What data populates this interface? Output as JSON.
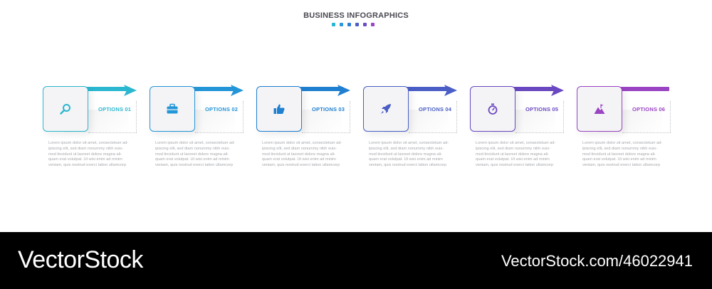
{
  "header": {
    "title": "BUSINESS INFOGRAPHICS",
    "dots": [
      "#28b4d6",
      "#2b98dc",
      "#2f7dd6",
      "#4a5fc9",
      "#6a4dc3",
      "#9b44c5"
    ]
  },
  "steps": [
    {
      "label": "OPTIONS 01",
      "icon": "search-icon",
      "color": "#2bb7cf",
      "desc": [
        "Lorem ipsum dolor sit amet, consectetuer ad-",
        "ipiscing elit, sed diam nonummy nibh euis-",
        "mod tincidunt ut laoreet dolore magna ali-",
        "quam erat volutpat. Ut wisi enim ad minim",
        "veniam, quis nostrud exerci tation ullamcorp"
      ]
    },
    {
      "label": "OPTIONS 02",
      "icon": "briefcase-icon",
      "color": "#2496d8",
      "desc": [
        "Lorem ipsum dolor sit amet, consectetuer ad-",
        "ipiscing elit, sed diam nonummy nibh euis-",
        "mod tincidunt ut laoreet dolore magna ali-",
        "quam erat volutpat. Ut wisi enim ad minim",
        "veniam, quis nostrud exerci tation ullamcorp"
      ]
    },
    {
      "label": "OPTIONS 03",
      "icon": "thumbs-up-icon",
      "color": "#1f7fd0",
      "desc": [
        "Lorem ipsum dolor sit amet, consectetuer ad-",
        "ipiscing elit, sed diam nonummy nibh euis-",
        "mod tincidunt ut laoreet dolore magna ali-",
        "quam erat volutpat. Ut wisi enim ad minim",
        "veniam, quis nostrud exerci tation ullamcorp"
      ]
    },
    {
      "label": "OPTIONS 04",
      "icon": "rocket-icon",
      "color": "#4a5ec6",
      "desc": [
        "Lorem ipsum dolor sit amet, consectetuer ad-",
        "ipiscing elit, sed diam nonummy nibh euis-",
        "mod tincidunt ut laoreet dolore magna ali-",
        "quam erat volutpat. Ut wisi enim ad minim",
        "veniam, quis nostrud exerci tation ullamcorp"
      ]
    },
    {
      "label": "OPTIONS 05",
      "icon": "stopwatch-icon",
      "color": "#6a48c1",
      "desc": [
        "Lorem ipsum dolor sit amet, consectetuer ad-",
        "ipiscing elit, sed diam nonummy nibh euis-",
        "mod tincidunt ut laoreet dolore magna ali-",
        "quam erat volutpat. Ut wisi enim ad minim",
        "veniam, quis nostrud exerci tation ullamcorp"
      ]
    },
    {
      "label": "OPTIONS 06",
      "icon": "mountain-flag-icon",
      "color": "#9a44c4",
      "desc": [
        "Lorem ipsum dolor sit amet, consectetuer ad-",
        "ipiscing elit, sed diam nonummy nibh euis-",
        "mod tincidunt ut laoreet dolore magna ali-",
        "quam erat volutpat. Ut wisi enim ad minim",
        "veniam, quis nostrud exerci tation ullamcorp"
      ]
    }
  ],
  "footer": {
    "brand": "VectorStock",
    "stock_id": "VectorStock.com/46022941"
  }
}
